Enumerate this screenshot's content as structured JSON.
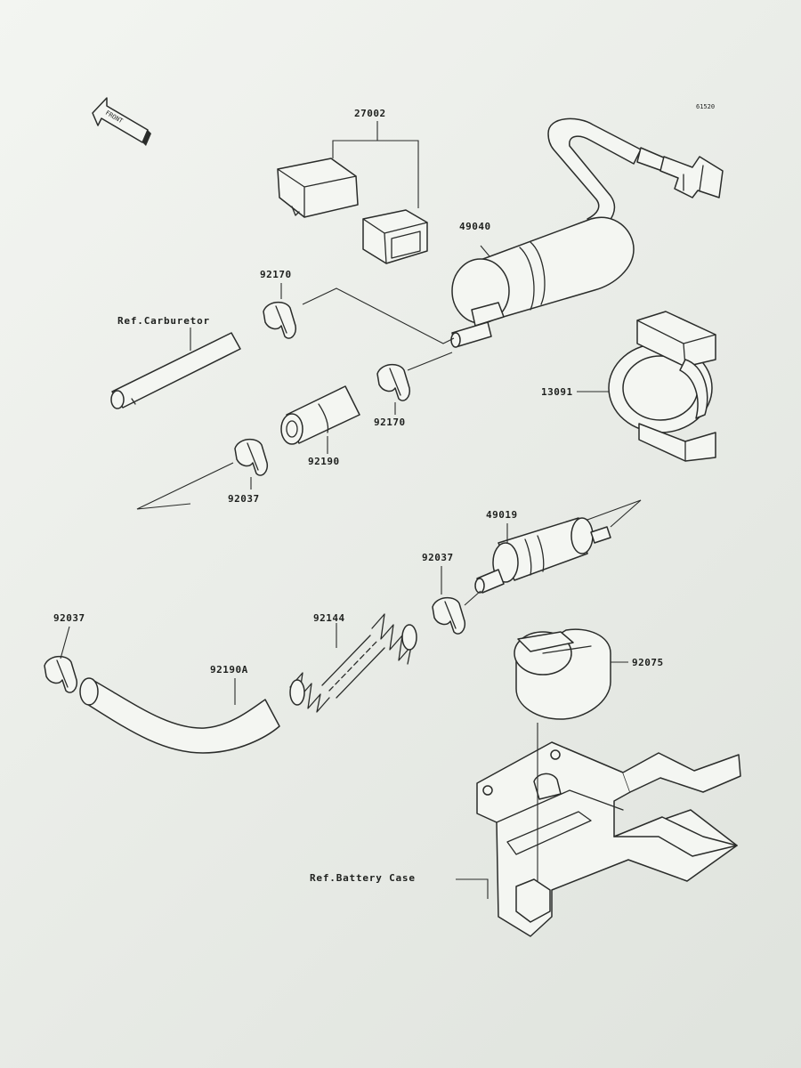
{
  "diagram": {
    "figure_code": "61520",
    "front_indicator": "FRONT",
    "references": {
      "carburetor": "Ref.Carburetor",
      "battery_case": "Ref.Battery Case"
    },
    "parts": {
      "p27002": "27002",
      "p49040": "49040",
      "p92170_top": "92170",
      "p92170_mid": "92170",
      "p13091": "13091",
      "p92190": "92190",
      "p92037_left": "92037",
      "p49019": "49019",
      "p92037_mid": "92037",
      "p92037_far": "92037",
      "p92144": "92144",
      "p92190A": "92190A",
      "p92075": "92075"
    },
    "colors": {
      "paper": "#eef1ec",
      "ink": "#2a2c2a"
    }
  }
}
